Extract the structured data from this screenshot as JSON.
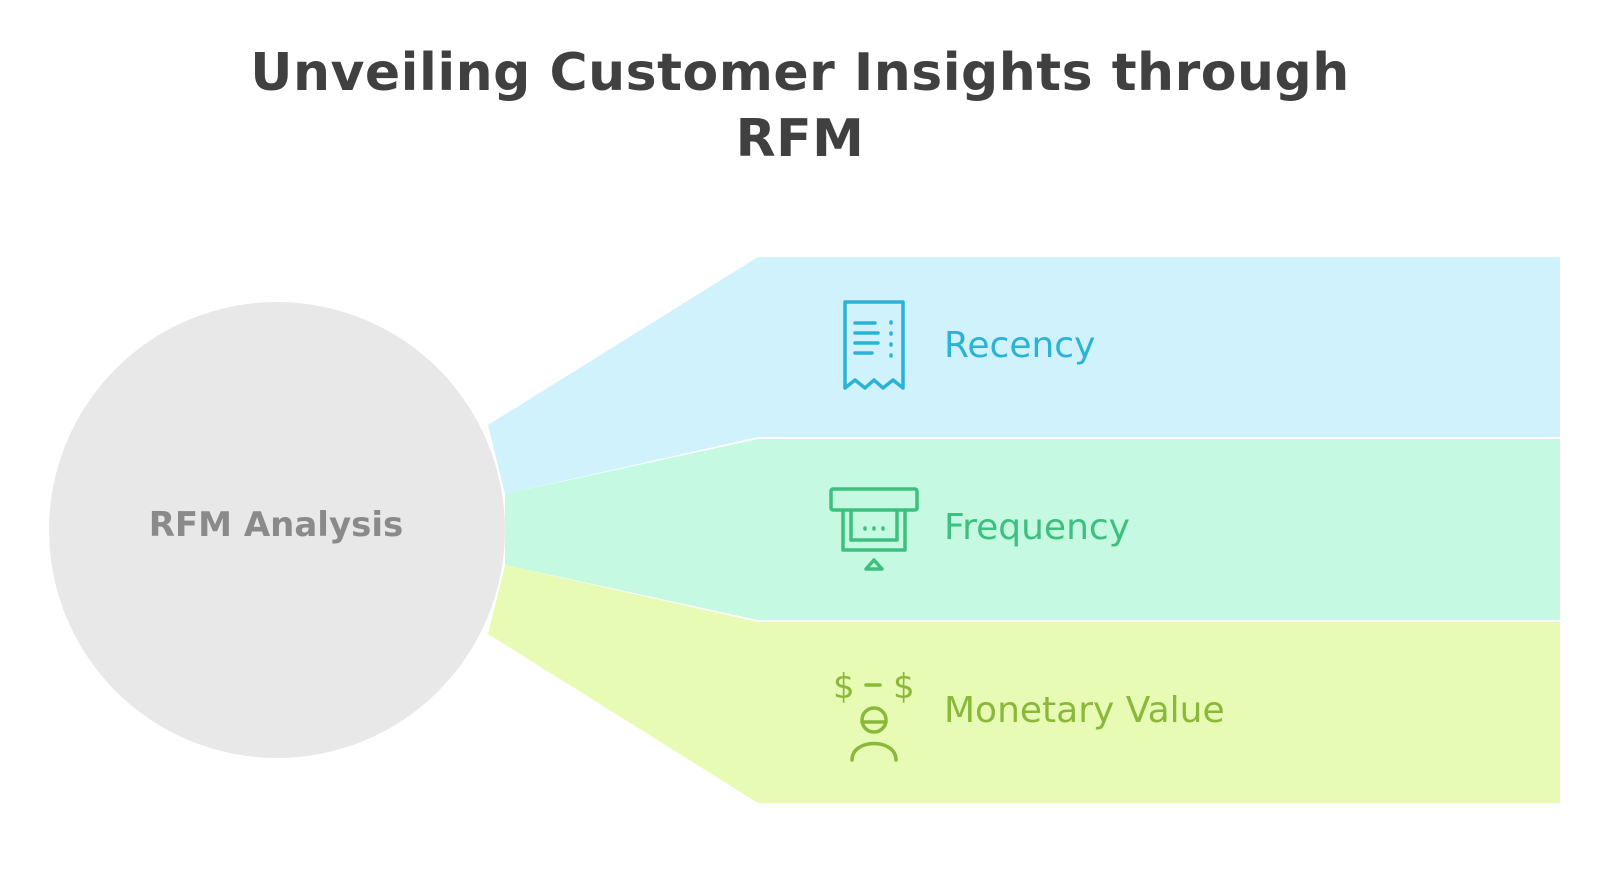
{
  "title": {
    "line1": "Unveiling Customer Insights through",
    "line2": "RFM"
  },
  "center": {
    "label": "RFM Analysis",
    "color": "#e8e8e8",
    "text_color": "#8a8a8a"
  },
  "segments": [
    {
      "label": "Recency",
      "icon": "receipt-icon",
      "fill": "#d0f2fc",
      "text_color": "#2bb3d7"
    },
    {
      "label": "Frequency",
      "icon": "atm-withdrawal-icon",
      "fill": "#c6f9e1",
      "text_color": "#3dbf7f"
    },
    {
      "label": "Monetary Value",
      "icon": "person-money-icon",
      "fill": "#e8fbb5",
      "text_color": "#8ab93a"
    }
  ]
}
